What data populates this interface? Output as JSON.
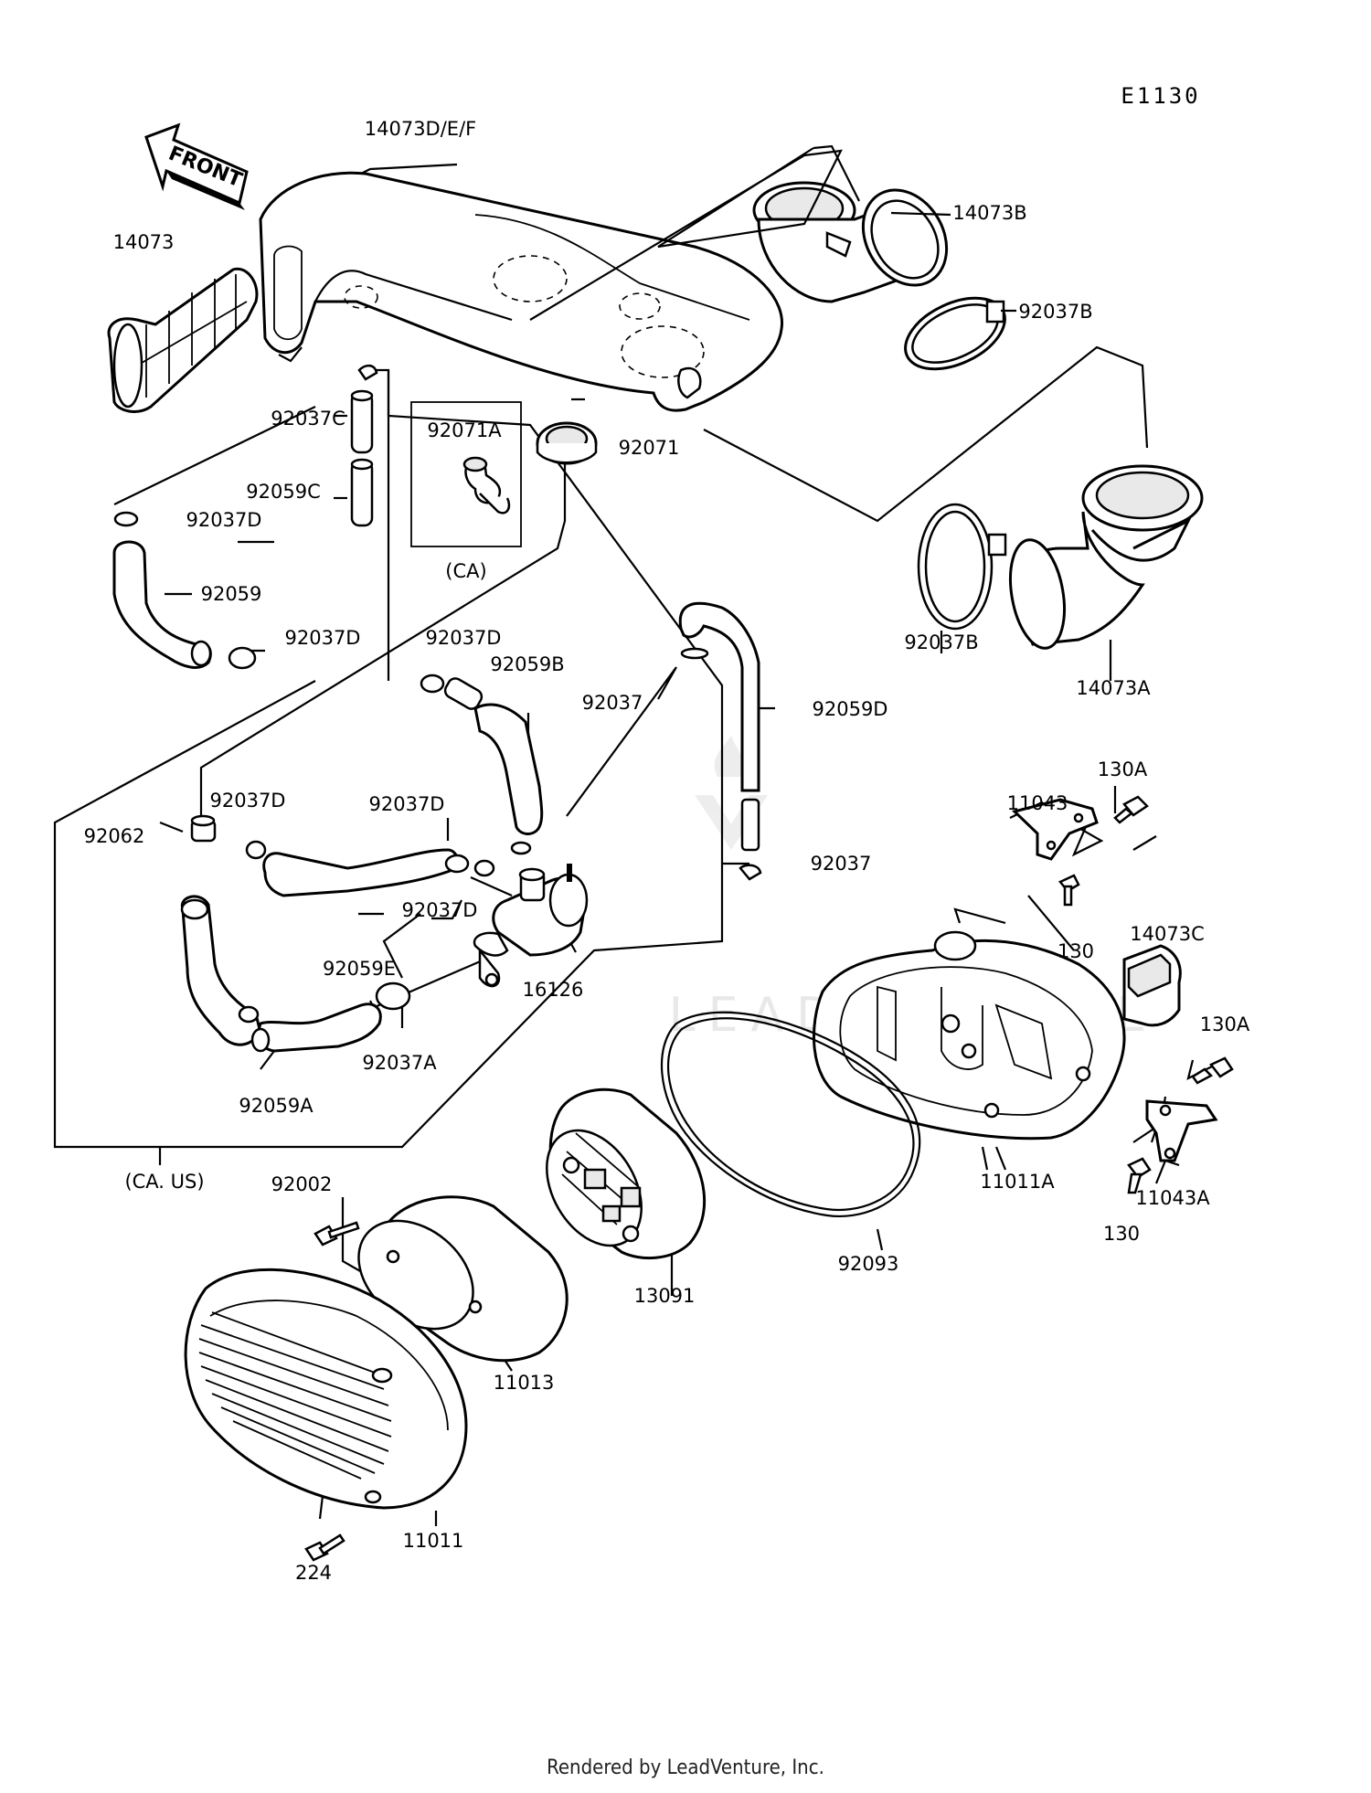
{
  "diagram_code": "E1130",
  "front_label": "FRONT",
  "footer_text": "Rendered by LeadVenture, Inc.",
  "watermark_text": "LEADVENTURE",
  "labels": {
    "p14073DEF": "14073D/E/F",
    "p14073": "14073",
    "p14073B": "14073B",
    "p92037B_top": "92037B",
    "p92037C": "92037C",
    "p92071A": "92071A",
    "p92071": "92071",
    "p92059C": "92059C",
    "p92037D_a": "92037D",
    "pCA": "(CA)",
    "p92059": "92059",
    "p92037D_b": "92037D",
    "p92037D_c": "92037D",
    "p92059B": "92059B",
    "p92037_a": "92037",
    "p92059D": "92059D",
    "p92037B_mid": "92037B",
    "p14073A": "14073A",
    "p130A_a": "130A",
    "p11043": "11043",
    "p92037D_d": "92037D",
    "p92062": "92062",
    "p92037D_e": "92037D",
    "p92037_b": "92037",
    "p92037D_f": "92037D",
    "p130_a": "130",
    "p14073C": "14073C",
    "p92059E": "92059E",
    "p16126": "16126",
    "p130A_b": "130A",
    "p92037A": "92037A",
    "p92059A": "92059A",
    "p11011A": "11011A",
    "pCAUS": "(CA. US)",
    "p92002": "92002",
    "p11043A": "11043A",
    "p130_b": "130",
    "p92093": "92093",
    "p13091": "13091",
    "p11013": "11013",
    "p11011": "11011",
    "p224": "224"
  }
}
